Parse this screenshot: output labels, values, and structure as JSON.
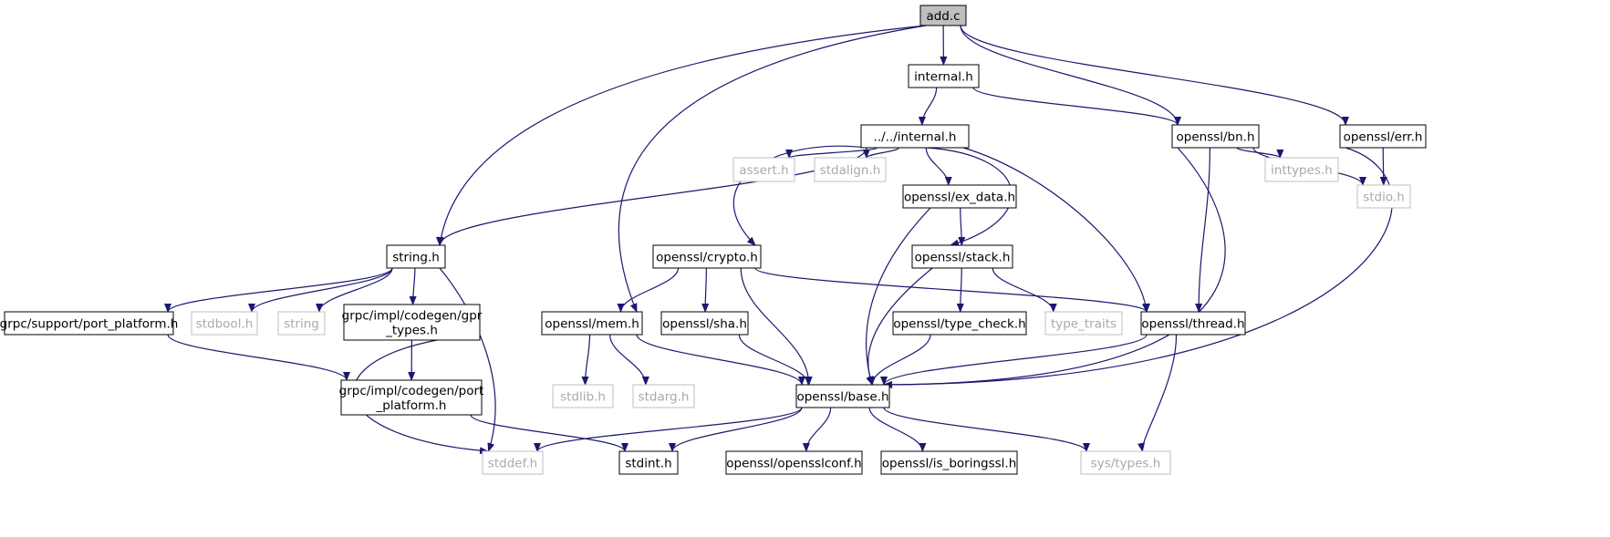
{
  "graph": {
    "colors": {
      "edge": "#191970",
      "node_border": "#000000",
      "root_fill": "#bfbfbf",
      "external_border": "#bfbfbf",
      "external_text": "#a9a9a9"
    },
    "nodes": [
      {
        "id": "add_c",
        "label": "add.c",
        "root": true
      },
      {
        "id": "internal_h",
        "label": "internal.h"
      },
      {
        "id": "openssl_err_h",
        "label": "openssl/err.h"
      },
      {
        "id": "openssl_bn_h",
        "label": "openssl/bn.h"
      },
      {
        "id": "dotdot_internal_h",
        "label": "../../internal.h"
      },
      {
        "id": "assert_h",
        "label": "assert.h",
        "external": true
      },
      {
        "id": "stdalign_h",
        "label": "stdalign.h",
        "external": true
      },
      {
        "id": "openssl_ex_data_h",
        "label": "openssl/ex_data.h"
      },
      {
        "id": "inttypes_h",
        "label": "inttypes.h",
        "external": true
      },
      {
        "id": "stdio_h",
        "label": "stdio.h",
        "external": true
      },
      {
        "id": "string_h",
        "label": "string.h"
      },
      {
        "id": "openssl_crypto_h",
        "label": "openssl/crypto.h"
      },
      {
        "id": "openssl_stack_h",
        "label": "openssl/stack.h"
      },
      {
        "id": "grpc_support_port_platform_h",
        "label": "grpc/support/port_platform.h"
      },
      {
        "id": "stdbool_h",
        "label": "stdbool.h",
        "external": true
      },
      {
        "id": "string",
        "label": "string",
        "external": true
      },
      {
        "id": "grpc_gpr_types_h",
        "label": [
          "grpc/impl/codegen/gpr",
          "_types.h"
        ]
      },
      {
        "id": "openssl_mem_h",
        "label": "openssl/mem.h"
      },
      {
        "id": "openssl_sha_h",
        "label": "openssl/sha.h"
      },
      {
        "id": "openssl_type_check_h",
        "label": "openssl/type_check.h"
      },
      {
        "id": "type_traits",
        "label": "type_traits",
        "external": true
      },
      {
        "id": "openssl_thread_h",
        "label": "openssl/thread.h"
      },
      {
        "id": "grpc_codegen_port_platform_h",
        "label": [
          "grpc/impl/codegen/port",
          "_platform.h"
        ]
      },
      {
        "id": "stdlib_h",
        "label": "stdlib.h",
        "external": true
      },
      {
        "id": "stdarg_h",
        "label": "stdarg.h",
        "external": true
      },
      {
        "id": "openssl_base_h",
        "label": "openssl/base.h"
      },
      {
        "id": "stddef_h",
        "label": "stddef.h",
        "external": true
      },
      {
        "id": "stdint_h",
        "label": "stdint.h"
      },
      {
        "id": "openssl_opensslconf_h",
        "label": "openssl/opensslconf.h"
      },
      {
        "id": "openssl_is_boringssl_h",
        "label": "openssl/is_boringssl.h"
      },
      {
        "id": "sys_types_h",
        "label": "sys/types.h",
        "external": true
      }
    ],
    "edges": [
      [
        "add_c",
        "internal_h"
      ],
      [
        "add_c",
        "string_h"
      ],
      [
        "add_c",
        "openssl_mem_h"
      ],
      [
        "add_c",
        "openssl_bn_h"
      ],
      [
        "add_c",
        "openssl_err_h"
      ],
      [
        "internal_h",
        "dotdot_internal_h"
      ],
      [
        "internal_h",
        "openssl_bn_h"
      ],
      [
        "dotdot_internal_h",
        "string_h"
      ],
      [
        "dotdot_internal_h",
        "openssl_crypto_h"
      ],
      [
        "dotdot_internal_h",
        "assert_h"
      ],
      [
        "dotdot_internal_h",
        "stdalign_h"
      ],
      [
        "dotdot_internal_h",
        "openssl_ex_data_h"
      ],
      [
        "dotdot_internal_h",
        "openssl_stack_h"
      ],
      [
        "dotdot_internal_h",
        "openssl_thread_h"
      ],
      [
        "openssl_bn_h",
        "inttypes_h"
      ],
      [
        "openssl_bn_h",
        "stdio_h"
      ],
      [
        "openssl_bn_h",
        "openssl_thread_h"
      ],
      [
        "openssl_bn_h",
        "openssl_base_h"
      ],
      [
        "openssl_err_h",
        "stdio_h"
      ],
      [
        "openssl_err_h",
        "openssl_base_h"
      ],
      [
        "string_h",
        "grpc_support_port_platform_h"
      ],
      [
        "string_h",
        "stdbool_h"
      ],
      [
        "string_h",
        "string"
      ],
      [
        "string_h",
        "grpc_gpr_types_h"
      ],
      [
        "string_h",
        "stddef_h"
      ],
      [
        "openssl_ex_data_h",
        "openssl_stack_h"
      ],
      [
        "openssl_ex_data_h",
        "openssl_base_h"
      ],
      [
        "openssl_crypto_h",
        "openssl_mem_h"
      ],
      [
        "openssl_crypto_h",
        "openssl_sha_h"
      ],
      [
        "openssl_crypto_h",
        "openssl_base_h"
      ],
      [
        "openssl_crypto_h",
        "openssl_thread_h"
      ],
      [
        "openssl_stack_h",
        "openssl_type_check_h"
      ],
      [
        "openssl_stack_h",
        "type_traits"
      ],
      [
        "openssl_stack_h",
        "openssl_base_h"
      ],
      [
        "grpc_support_port_platform_h",
        "grpc_codegen_port_platform_h"
      ],
      [
        "grpc_gpr_types_h",
        "grpc_codegen_port_platform_h"
      ],
      [
        "grpc_gpr_types_h",
        "stddef_h"
      ],
      [
        "openssl_mem_h",
        "stdlib_h"
      ],
      [
        "openssl_mem_h",
        "stdarg_h"
      ],
      [
        "openssl_mem_h",
        "openssl_base_h"
      ],
      [
        "openssl_sha_h",
        "openssl_base_h"
      ],
      [
        "openssl_type_check_h",
        "openssl_base_h"
      ],
      [
        "openssl_thread_h",
        "openssl_base_h"
      ],
      [
        "openssl_thread_h",
        "sys_types_h"
      ],
      [
        "grpc_codegen_port_platform_h",
        "stdint_h"
      ],
      [
        "openssl_base_h",
        "stddef_h"
      ],
      [
        "openssl_base_h",
        "stdint_h"
      ],
      [
        "openssl_base_h",
        "openssl_opensslconf_h"
      ],
      [
        "openssl_base_h",
        "openssl_is_boringssl_h"
      ],
      [
        "openssl_base_h",
        "sys_types_h"
      ]
    ]
  }
}
